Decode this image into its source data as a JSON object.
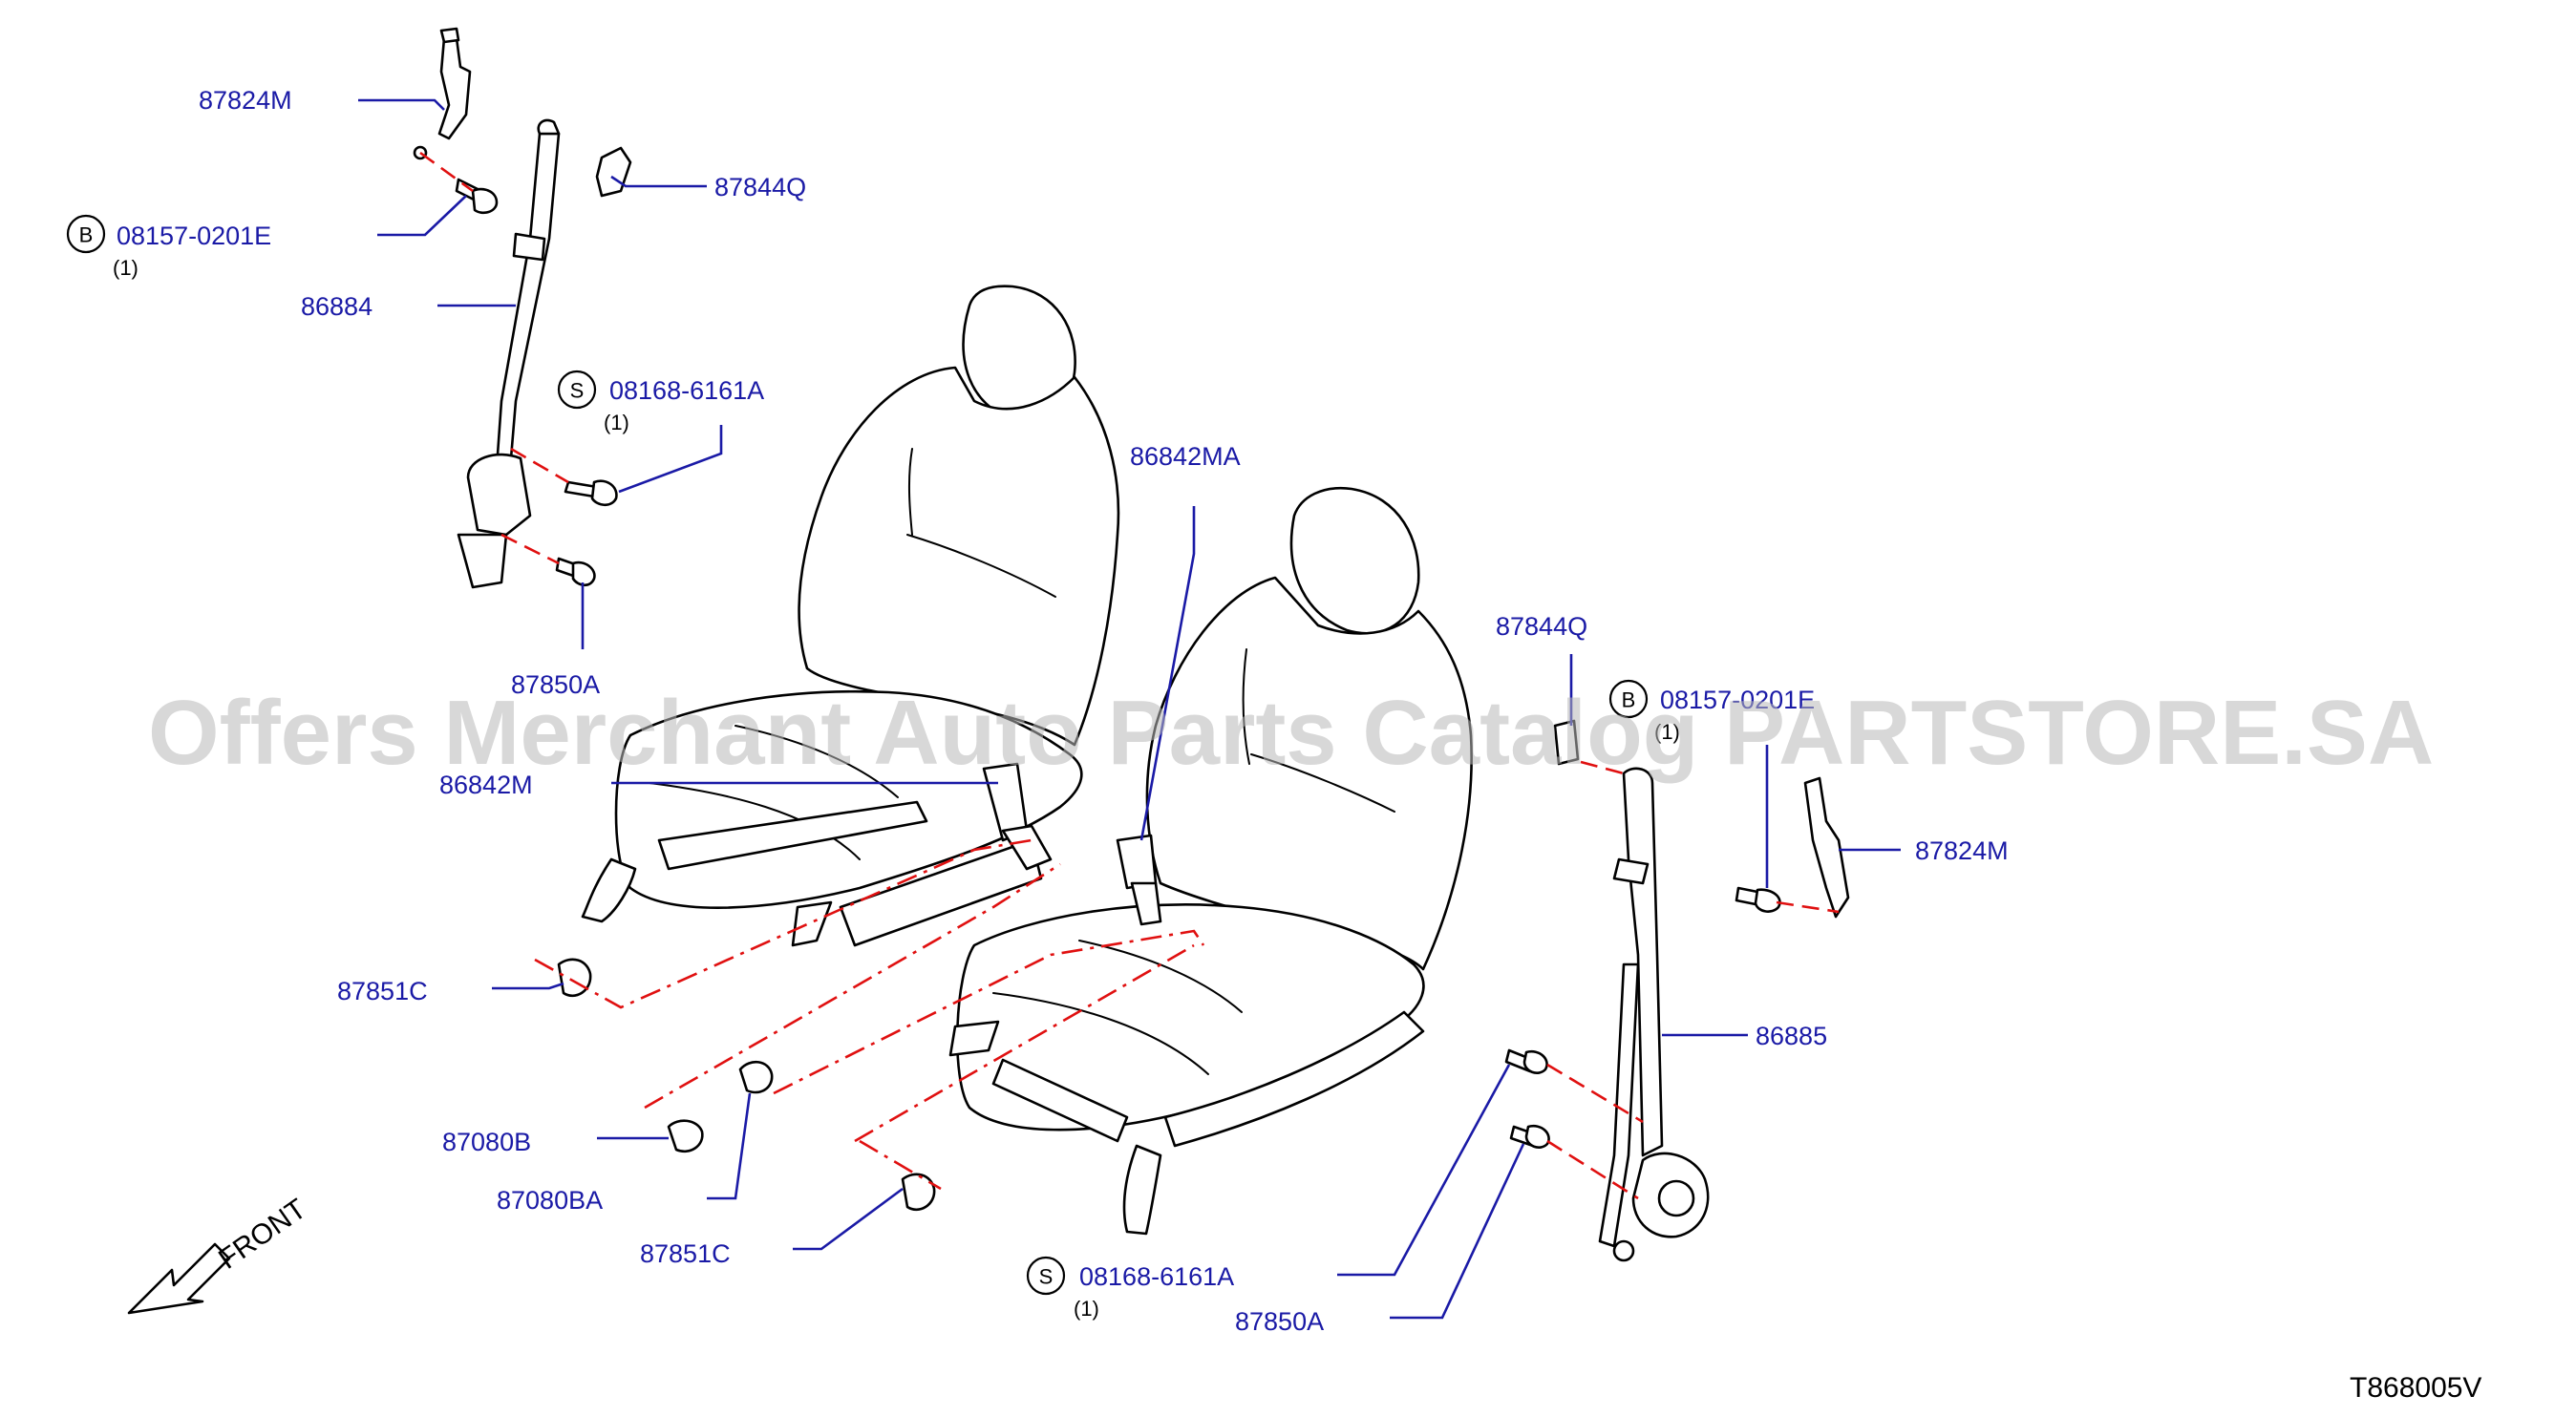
{
  "watermark": "Offers Merchant Auto Parts Catalog PARTSTORE.SA",
  "diagram_code": "T868005V",
  "front_label": "FRONT",
  "callouts": {
    "p87824M_left": "87824M",
    "p08157_left": "08157-0201E",
    "p08157_left_qty": "(1)",
    "p08157_left_mark": "B",
    "p87844Q_left": "87844Q",
    "p86884": "86884",
    "p08168_upper": "08168-6161A",
    "p08168_upper_qty": "(1)",
    "p08168_upper_mark": "S",
    "p87850A_left": "87850A",
    "p86842MA": "86842MA",
    "p86842M": "86842M",
    "p87851C_upper": "87851C",
    "p87080B": "87080B",
    "p87080BA": "87080BA",
    "p87851C_lower": "87851C",
    "p08168_lower": "08168-6161A",
    "p08168_lower_qty": "(1)",
    "p08168_lower_mark": "S",
    "p87850A_right": "87850A",
    "p87844Q_right": "87844Q",
    "p08157_right": "08157-0201E",
    "p08157_right_qty": "(1)",
    "p08157_right_mark": "B",
    "p87824M_right": "87824M",
    "p86885": "86885"
  }
}
